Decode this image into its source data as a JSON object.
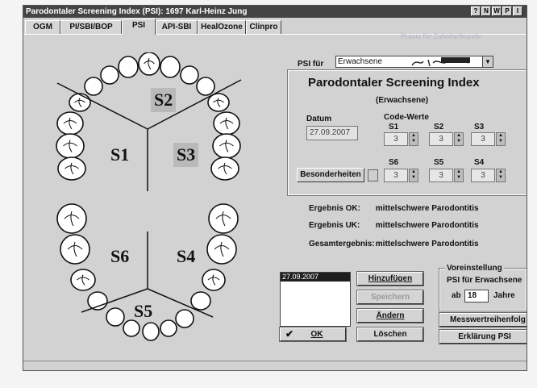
{
  "window": {
    "title": "Parodontaler Screening Index (PSI): 1697 Karl-Heinz Jung",
    "title_buttons": [
      "?",
      "N",
      "W",
      "P",
      "I"
    ]
  },
  "tabs": [
    {
      "label": "OGM"
    },
    {
      "label": "PI/SBI/BOP"
    },
    {
      "label": "PSI",
      "active": true
    },
    {
      "label": "API-SBI"
    },
    {
      "label": "HealOzone"
    },
    {
      "label": "Clinpro"
    }
  ],
  "diagram": {
    "sectors": [
      "S1",
      "S2",
      "S3",
      "S4",
      "S5",
      "S6"
    ],
    "highlighted": [
      "S2",
      "S3"
    ]
  },
  "header": {
    "praxis": "Praxis für Zahnheilkunde",
    "psi_fuer_label": "PSI für",
    "psi_fuer_value": "Erwachsene"
  },
  "psi": {
    "title": "Parodontaler Screening Index",
    "subtitle": "(Erwachsene)",
    "datum_label": "Datum",
    "datum_value": "27.09.2007",
    "code_label": "Code-Werte",
    "codes": [
      {
        "label": "S1",
        "value": "3"
      },
      {
        "label": "S2",
        "value": "3"
      },
      {
        "label": "S3",
        "value": "3"
      },
      {
        "label": "S6",
        "value": "3"
      },
      {
        "label": "S5",
        "value": "3"
      },
      {
        "label": "S4",
        "value": "3"
      }
    ],
    "besonderheiten_label": "Besonderheiten"
  },
  "results": {
    "ok_label": "Ergebnis OK:",
    "ok_value": "mittelschwere Parodontitis",
    "uk_label": "Ergebnis UK:",
    "uk_value": "mittelschwere Parodontitis",
    "gesamt_label": "Gesamtergebnis:",
    "gesamt_value": "mittelschwere Parodontitis"
  },
  "history": {
    "items": [
      "27.09.2007"
    ]
  },
  "buttons": {
    "hinzufuegen": "Hinzufügen",
    "speichern": "Speichern",
    "aendern": "Ändern",
    "loeschen": "Löschen",
    "ok": "OK",
    "messwert": "Messwertreihenfolg",
    "erklaerung": "Erklärung PSI"
  },
  "voreinstellung": {
    "title": "Voreinstellung",
    "psi_label": "PSI für Erwachsene",
    "ab_label": "ab",
    "age": "18",
    "jahre_label": "Jahre"
  },
  "colors": {
    "window_bg": "#d2d2d2",
    "titlebar_bg": "#444444",
    "sector_highlight": "#b9b9b9"
  }
}
